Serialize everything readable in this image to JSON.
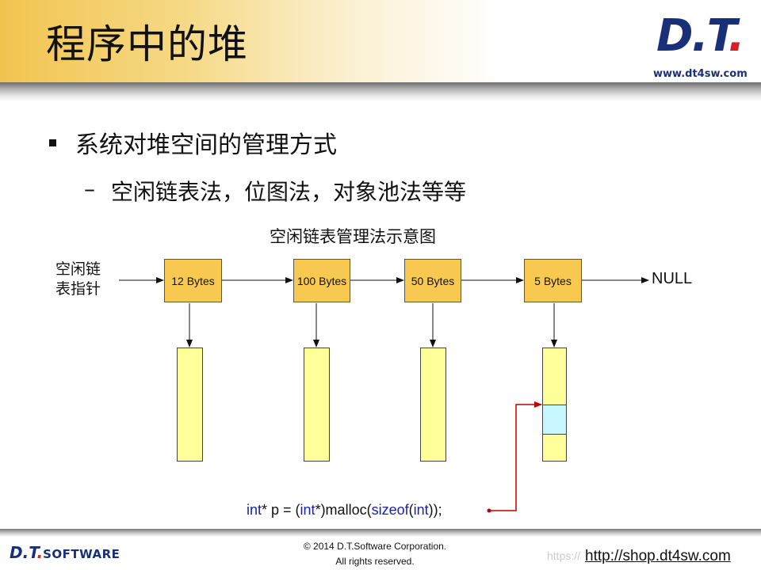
{
  "slide": {
    "title": "程序中的堆",
    "logo_text": "D.T.",
    "logo_url": "www.dt4sw.com"
  },
  "content": {
    "bullet1": "系统对堆空间的管理方式",
    "bullet_dash": "–",
    "bullet2": "空闲链表法，位图法，对象池法等等"
  },
  "diagram": {
    "caption": "空闲链表管理法示意图",
    "pointer_label_line1": "空闲链",
    "pointer_label_line2": "表指针",
    "nodes": [
      {
        "label": "12 Bytes"
      },
      {
        "label": "100 Bytes"
      },
      {
        "label": "50 Bytes"
      },
      {
        "label": "5 Bytes"
      }
    ],
    "terminator": "NULL",
    "code": {
      "int1": "int",
      "part1": "* p = (",
      "int2": "int",
      "part2": "*)malloc(",
      "sizeof": "sizeof",
      "part3": "(",
      "int3": "int",
      "part4": "));"
    },
    "colors": {
      "node": "#f7c951",
      "block": "#ffff99",
      "used_block": "#c8f8ff",
      "malloc_arrow": "#c00000",
      "keyword": "#1a22a8"
    }
  },
  "footer": {
    "logo_dt": "D.T.",
    "logo_software": "SOFTWARE",
    "copyright_line1": "© 2014 D.T.Software Corporation.",
    "copyright_line2": "All rights reserved.",
    "watermark": "https://",
    "shop_link": "http://shop.dt4sw.com"
  }
}
